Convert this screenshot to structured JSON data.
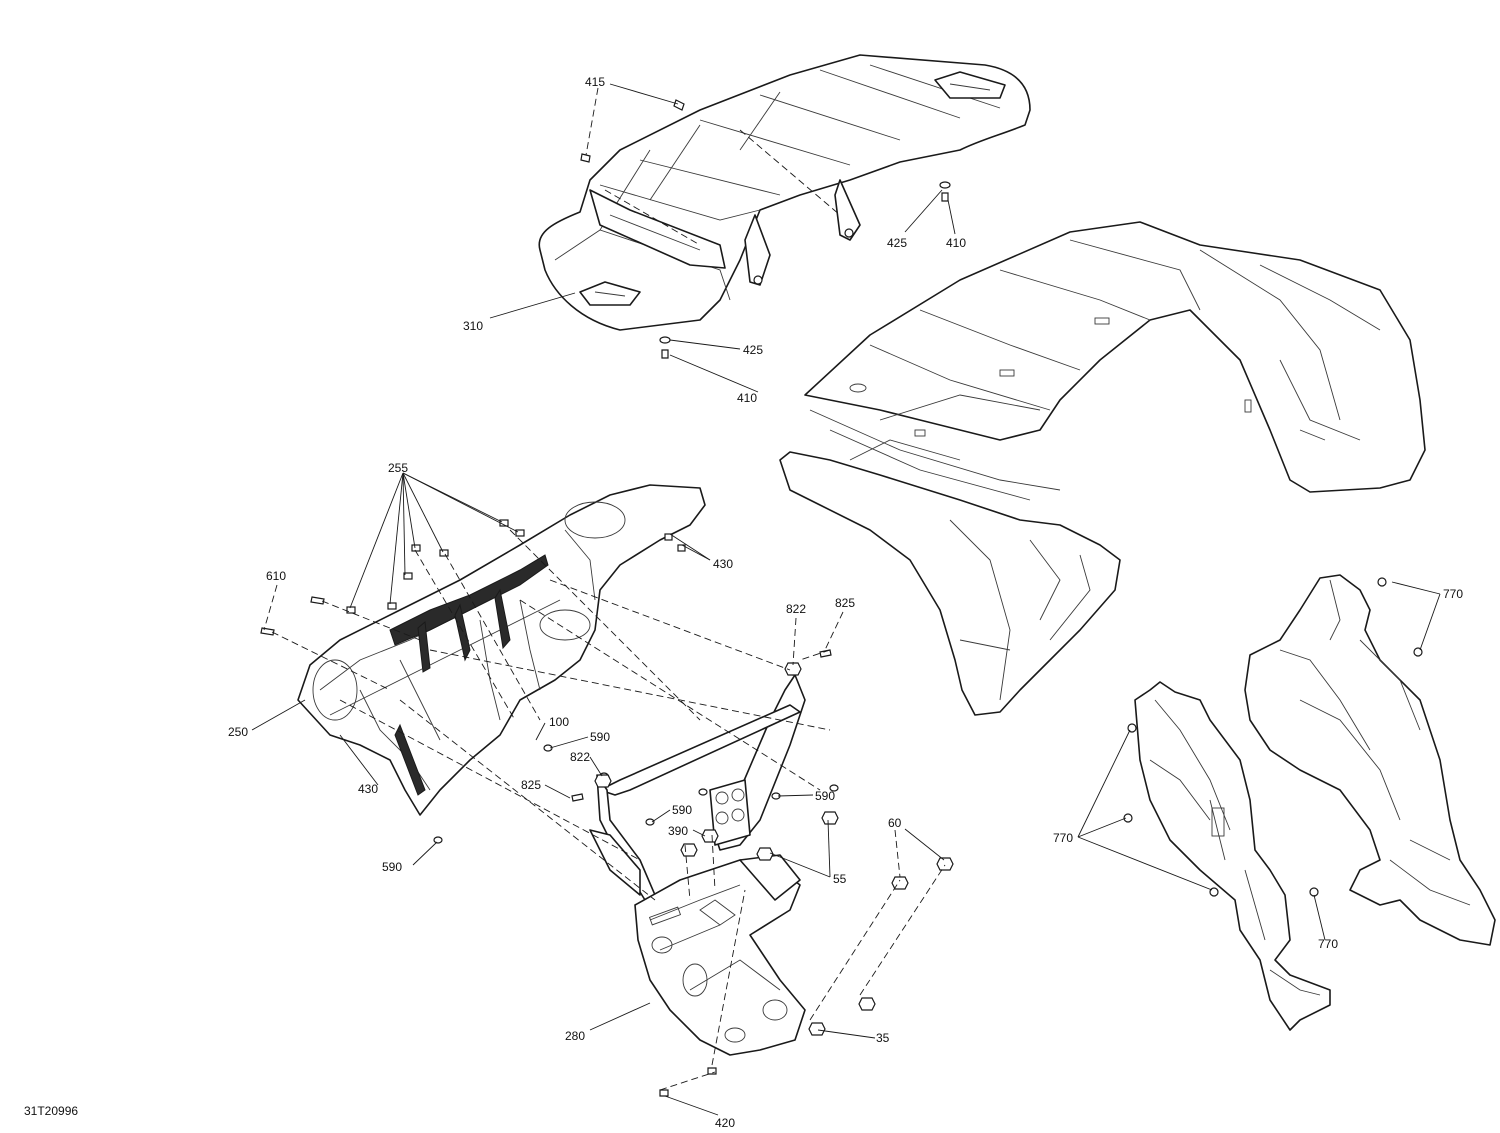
{
  "figure_id": "31T20996",
  "colors": {
    "line": "#1a1a1a",
    "background": "#ffffff"
  },
  "callouts": [
    {
      "id": "415a",
      "label": "415"
    },
    {
      "id": "425a",
      "label": "425"
    },
    {
      "id": "410a",
      "label": "410"
    },
    {
      "id": "310",
      "label": "310"
    },
    {
      "id": "425b",
      "label": "425"
    },
    {
      "id": "410b",
      "label": "410"
    },
    {
      "id": "255",
      "label": "255"
    },
    {
      "id": "430a",
      "label": "430"
    },
    {
      "id": "610",
      "label": "610"
    },
    {
      "id": "822a",
      "label": "822"
    },
    {
      "id": "825a",
      "label": "825"
    },
    {
      "id": "770a",
      "label": "770"
    },
    {
      "id": "250",
      "label": "250"
    },
    {
      "id": "100",
      "label": "100"
    },
    {
      "id": "590a",
      "label": "590"
    },
    {
      "id": "822b",
      "label": "822"
    },
    {
      "id": "825b",
      "label": "825"
    },
    {
      "id": "590b",
      "label": "590"
    },
    {
      "id": "430b",
      "label": "430"
    },
    {
      "id": "590c",
      "label": "590"
    },
    {
      "id": "390",
      "label": "390"
    },
    {
      "id": "60",
      "label": "60"
    },
    {
      "id": "55",
      "label": "55"
    },
    {
      "id": "770b",
      "label": "770"
    },
    {
      "id": "590d",
      "label": "590"
    },
    {
      "id": "770c",
      "label": "770"
    },
    {
      "id": "280",
      "label": "280"
    },
    {
      "id": "35",
      "label": "35"
    },
    {
      "id": "420",
      "label": "420"
    }
  ]
}
